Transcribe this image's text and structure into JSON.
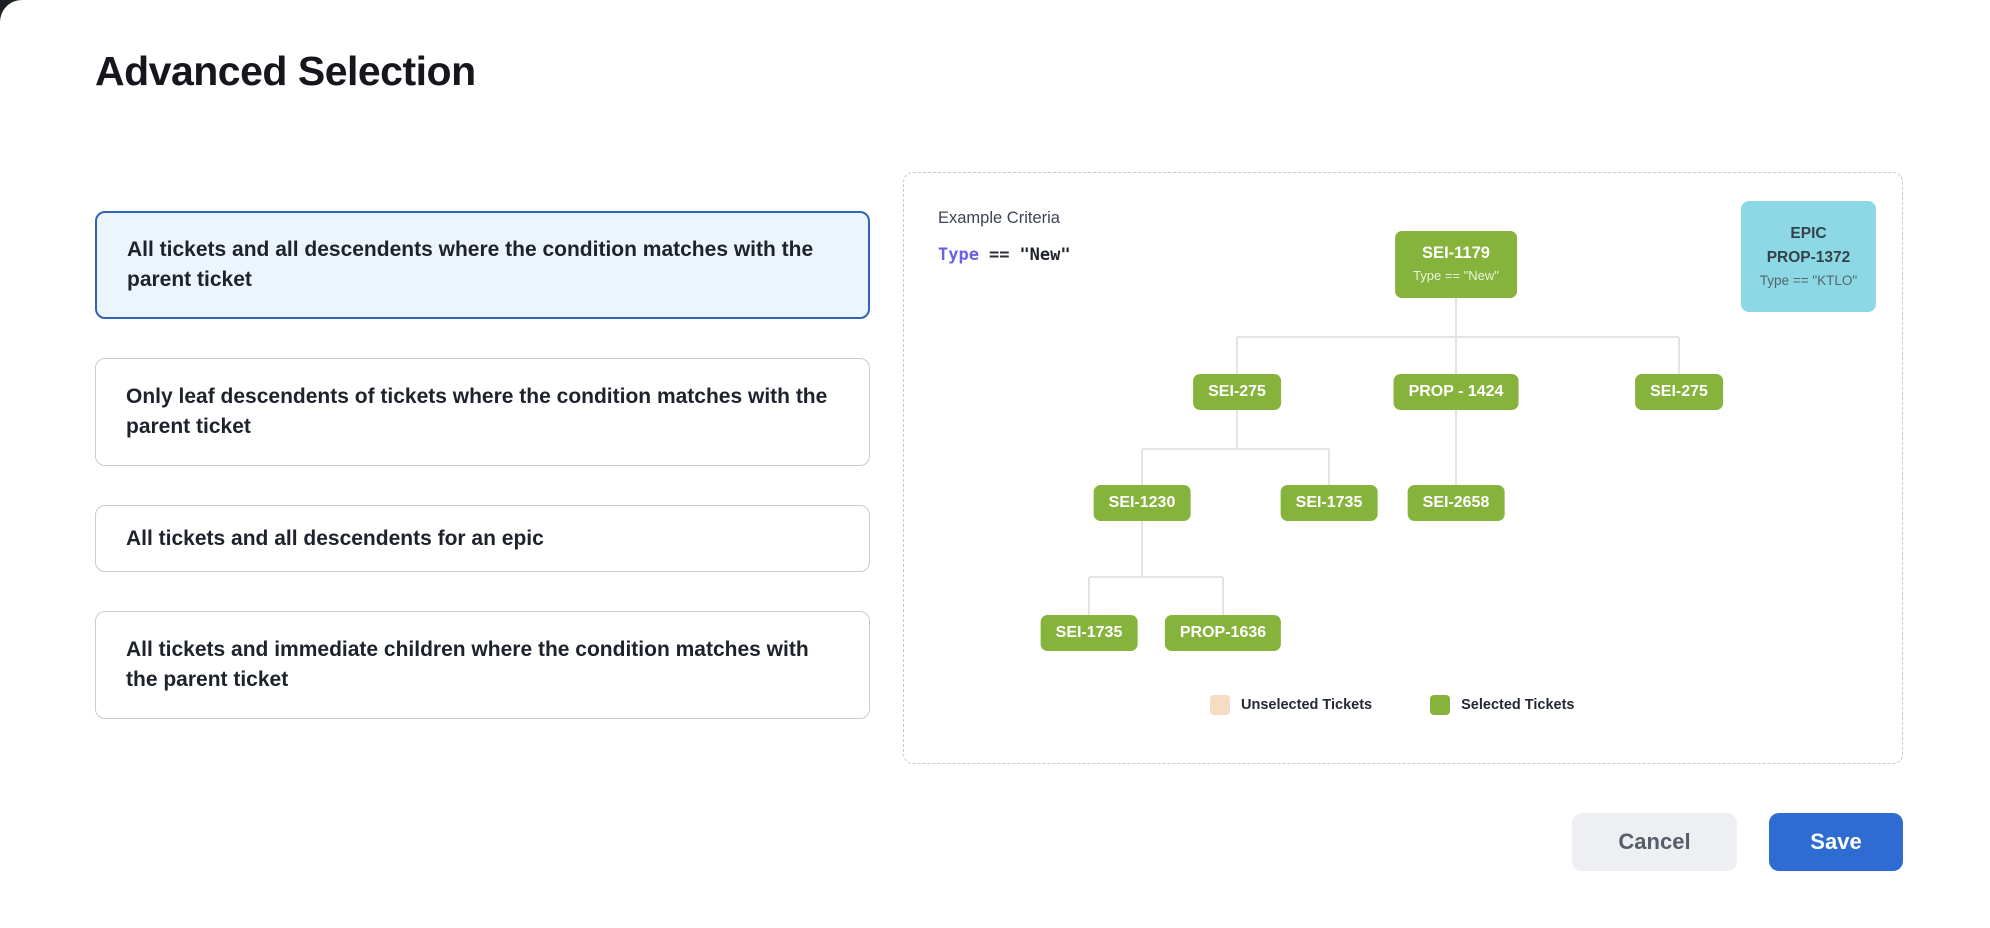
{
  "title": "Advanced Selection",
  "options": [
    {
      "label": "All tickets and all descendents where the condition matches with the parent ticket",
      "selected": true
    },
    {
      "label": "Only leaf descendents of tickets where the condition matches with the parent ticket",
      "selected": false
    },
    {
      "label": "All tickets and all descendents for an epic",
      "selected": false
    },
    {
      "label": "All tickets and immediate children where the condition matches with the parent ticket",
      "selected": false
    }
  ],
  "example": {
    "heading": "Example Criteria",
    "criteria": {
      "field": "Type",
      "operator": "==",
      "value": "\"New\""
    }
  },
  "tree": {
    "root": {
      "label": "SEI-1179",
      "sublabel": "Type == \"New\""
    },
    "level2": [
      "SEI-275",
      "PROP - 1424",
      "SEI-275"
    ],
    "level3": [
      "SEI-1230",
      "SEI-1735",
      "SEI-2658"
    ],
    "level4": [
      "SEI-1735",
      "PROP-1636"
    ]
  },
  "epic_card": {
    "line1": "EPIC",
    "line2": "PROP-1372",
    "line3": "Type == \"KTLO\""
  },
  "legend": [
    {
      "label": "Unselected Tickets",
      "color": "#f8dcc2"
    },
    {
      "label": "Selected Tickets",
      "color": "#86b33c"
    }
  ],
  "actions": {
    "cancel": "Cancel",
    "save": "Save"
  },
  "colors": {
    "selected_node": "#86b33c",
    "unselected_node": "#f8dcc2",
    "epic_card": "#8cd9e5",
    "selected_card_border": "#2e66b5",
    "selected_card_bg": "#ecf5fb",
    "save_button": "#2e6cd4"
  }
}
